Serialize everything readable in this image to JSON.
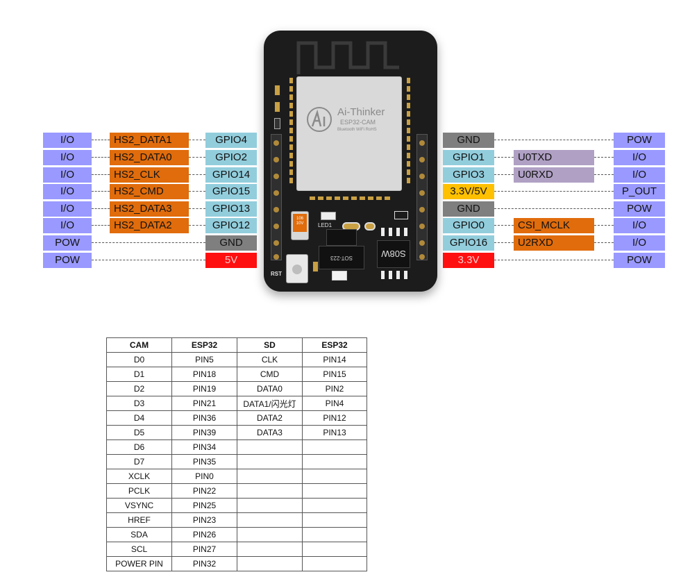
{
  "left_pins": [
    {
      "type": "I/O",
      "func": "HS2_DATA1",
      "pin": "GPIO4"
    },
    {
      "type": "I/O",
      "func": "HS2_DATA0",
      "pin": "GPIO2"
    },
    {
      "type": "I/O",
      "func": "HS2_CLK",
      "pin": "GPIO14"
    },
    {
      "type": "I/O",
      "func": "HS2_CMD",
      "pin": "GPIO15"
    },
    {
      "type": "I/O",
      "func": "HS2_DATA3",
      "pin": "GPIO13"
    },
    {
      "type": "I/O",
      "func": "HS2_DATA2",
      "pin": "GPIO12"
    },
    {
      "type": "POW",
      "func": "",
      "pin": "GND"
    },
    {
      "type": "POW",
      "func": "",
      "pin": "5V"
    }
  ],
  "right_pins": [
    {
      "pin": "GND",
      "func": "",
      "type": "POW"
    },
    {
      "pin": "GPIO1",
      "func": "U0TXD",
      "type": "I/O"
    },
    {
      "pin": "GPIO3",
      "func": "U0RXD",
      "type": "I/O"
    },
    {
      "pin": "3.3V/5V",
      "func": "",
      "type": "P_OUT"
    },
    {
      "pin": "GND",
      "func": "",
      "type": "POW"
    },
    {
      "pin": "GPIO0",
      "func": "CSI_MCLK",
      "type": "I/O"
    },
    {
      "pin": "GPIO16",
      "func": "U2RXD",
      "type": "I/O"
    },
    {
      "pin": "3.3V",
      "func": "",
      "type": "POW"
    }
  ],
  "board": {
    "brand": "Ai-Thinker",
    "model": "ESP32-CAM",
    "bt_text": "Bluetooth WiFi RoHS",
    "rst_label": "RST",
    "led_label": "LED1",
    "reg_label": "SOT-223",
    "chip_label": "S08W",
    "cap_label": "106 10V"
  },
  "colors": {
    "type": "#9999ff",
    "func_hs2": "#e06c0c",
    "func_uart": "#b0a0c4",
    "gpio": "#92cddc",
    "gnd": "#7f7f7f",
    "power_red": "#ff1010",
    "power_yellow": "#ffc000"
  },
  "table": {
    "headers": [
      "CAM",
      "ESP32",
      "SD",
      "ESP32"
    ],
    "rows": [
      [
        "D0",
        "PIN5",
        "CLK",
        "PIN14"
      ],
      [
        "D1",
        "PIN18",
        "CMD",
        "PIN15"
      ],
      [
        "D2",
        "PIN19",
        "DATA0",
        "PIN2"
      ],
      [
        "D3",
        "PIN21",
        "DATA1/闪光灯",
        "PIN4"
      ],
      [
        "D4",
        "PIN36",
        "DATA2",
        "PIN12"
      ],
      [
        "D5",
        "PIN39",
        "DATA3",
        "PIN13"
      ],
      [
        "D6",
        "PIN34",
        "",
        ""
      ],
      [
        "D7",
        "PIN35",
        "",
        ""
      ],
      [
        "XCLK",
        "PIN0",
        "",
        ""
      ],
      [
        "PCLK",
        "PIN22",
        "",
        ""
      ],
      [
        "VSYNC",
        "PIN25",
        "",
        ""
      ],
      [
        "HREF",
        "PIN23",
        "",
        ""
      ],
      [
        "SDA",
        "PIN26",
        "",
        ""
      ],
      [
        "SCL",
        "PIN27",
        "",
        ""
      ],
      [
        "POWER PIN",
        "PIN32",
        "",
        ""
      ]
    ]
  }
}
